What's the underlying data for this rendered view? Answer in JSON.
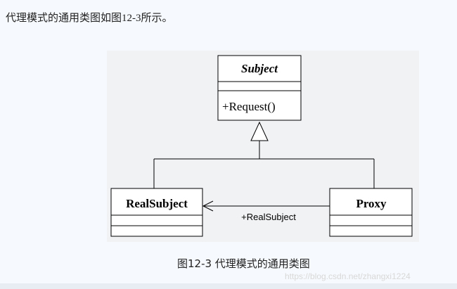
{
  "intro": {
    "text_cn": "代理模式的通用类图如图",
    "text_fig": "12-3",
    "text_tail": "所示。"
  },
  "diagram": {
    "subject": {
      "name": "Subject",
      "method": "+Request()"
    },
    "real_subject": {
      "name": "RealSubject"
    },
    "proxy": {
      "name": "Proxy"
    },
    "association_label": "+RealSubject"
  },
  "caption": {
    "text": "图12-3 代理模式的通用类图"
  },
  "watermark": {
    "text": "https://blog.csdn.net/zhangxi1224"
  }
}
